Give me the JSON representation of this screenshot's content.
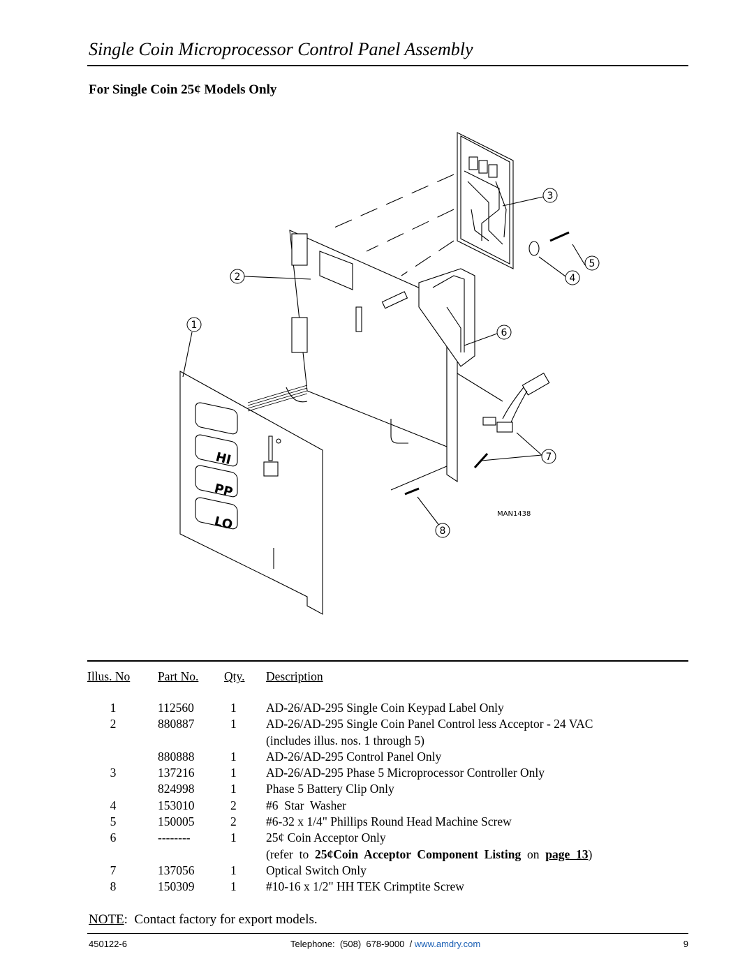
{
  "page": {
    "title": "Single Coin Microprocessor Control Panel Assembly",
    "subtitle": "For Single Coin 25¢ Models Only"
  },
  "diagram": {
    "callouts": [
      "1",
      "2",
      "3",
      "4",
      "5",
      "6",
      "7",
      "8"
    ],
    "keypad_labels": [
      "HI",
      "PP",
      "LO"
    ],
    "drawing_number": "MAN1438"
  },
  "parts_table": {
    "headers": {
      "illus": "Illus. No",
      "part": "Part No.",
      "qty": "Qty.",
      "desc": "Description"
    },
    "rows": [
      {
        "illus": "1",
        "part": "112560",
        "qty": "1",
        "desc": "AD-26/AD-295 Single Coin Keypad Label Only"
      },
      {
        "illus": "2",
        "part": "880887",
        "qty": "1",
        "desc": "AD-26/AD-295 Single Coin Panel Control less Acceptor - 24 VAC"
      },
      {
        "illus": "",
        "part": "",
        "qty": "",
        "desc": "(includes illus. nos. 1 through 5)"
      },
      {
        "illus": "",
        "part": "880888",
        "qty": "1",
        "desc": "AD-26/AD-295 Control Panel Only"
      },
      {
        "illus": "3",
        "part": "137216",
        "qty": "1",
        "desc": "AD-26/AD-295 Phase 5 Microprocessor Controller Only"
      },
      {
        "illus": "",
        "part": "824998",
        "qty": "1",
        "desc": "Phase 5 Battery Clip Only"
      },
      {
        "illus": "4",
        "part": "153010",
        "qty": "2",
        "desc": "#6  Star  Washer"
      },
      {
        "illus": "5",
        "part": "150005",
        "qty": "2",
        "desc": "#6-32 x 1/4\" Phillips Round Head Machine Screw"
      },
      {
        "illus": "6",
        "part": "--------",
        "qty": "1",
        "desc": "25¢ Coin Acceptor Only"
      }
    ],
    "reference": {
      "prefix": "(refer  to  ",
      "bold": "25¢Coin  Acceptor  Component  Listing",
      "middle": "  on  ",
      "link": "page  13",
      "suffix": ")"
    },
    "rows_after": [
      {
        "illus": "7",
        "part": "137056",
        "qty": "1",
        "desc": "Optical Switch Only"
      },
      {
        "illus": "8",
        "part": "150309",
        "qty": "1",
        "desc": "#10-16 x 1/2\" HH TEK Crimptite Screw"
      }
    ]
  },
  "note": {
    "label": "NOTE",
    "text": ":  Contact factory for export models."
  },
  "footer": {
    "doc_number": "450122-6",
    "phone": "Telephone:  (508)  678-9000  / ",
    "url": "www.amdry.com",
    "page_number": "9"
  }
}
